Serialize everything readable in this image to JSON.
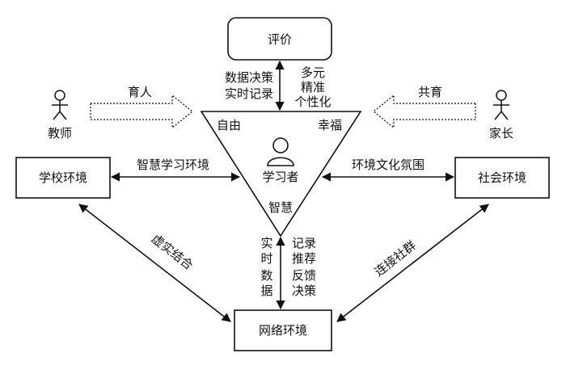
{
  "nodes": {
    "evaluation": "评价",
    "school": "学校环境",
    "society": "社会环境",
    "network": "网络环境",
    "teacher": "教师",
    "parent": "家长"
  },
  "triangle": {
    "top_left": "自由",
    "top_right": "幸福",
    "bottom": "智慧",
    "center": "学习者"
  },
  "edges": {
    "eval_left": [
      "数据决策",
      "实时记录"
    ],
    "eval_right": [
      "多元",
      "精准",
      "个性化"
    ],
    "teacher_arrow": "育人",
    "parent_arrow": "共育",
    "school_link": "智慧学习环境",
    "society_link": "环境文化氛围",
    "school_network": "虚实结合",
    "society_network": "连接社群",
    "network_left": [
      "实",
      "时",
      "数",
      "据"
    ],
    "network_right": [
      "记录",
      "推荐",
      "反馈",
      "决策"
    ]
  },
  "colors": {
    "stroke": "#111111",
    "background": "#ffffff"
  }
}
